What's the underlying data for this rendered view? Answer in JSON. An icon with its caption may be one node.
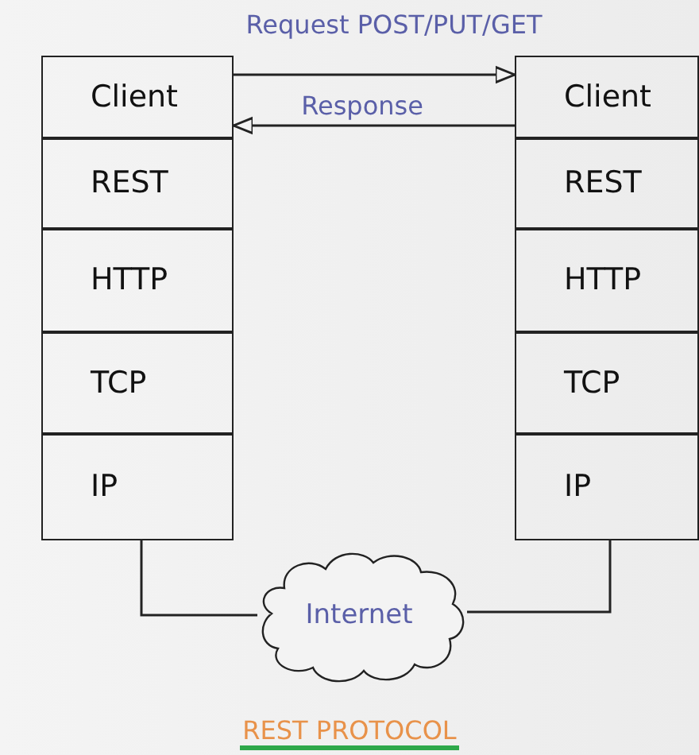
{
  "diagram": {
    "caption": "REST PROTOCOL",
    "nodes": [
      {
        "text": [
          "Client"
        ]
      },
      {
        "text": [
          "REST"
        ]
      },
      {
        "text": [
          "HTTP"
        ]
      },
      {
        "text": [
          "TCP"
        ]
      },
      {
        "text": [
          "IP"
        ]
      },
      {
        "text": [
          "Client"
        ]
      },
      {
        "text": [
          "REST"
        ]
      },
      {
        "text": [
          "HTTP"
        ]
      },
      {
        "text": [
          "TCP"
        ]
      },
      {
        "text": [
          "IP"
        ]
      },
      {
        "text": [
          "Internet"
        ]
      }
    ],
    "edges": [
      {
        "from": 0,
        "to": 5,
        "arrow": "to",
        "label": "Request POST/PUT/GET"
      },
      {
        "from": 5,
        "to": 0,
        "arrow": "to",
        "label": "Response"
      },
      {
        "from": 4,
        "to": 10,
        "arrow": "none"
      },
      {
        "from": 10,
        "to": 9,
        "arrow": "none"
      }
    ]
  }
}
